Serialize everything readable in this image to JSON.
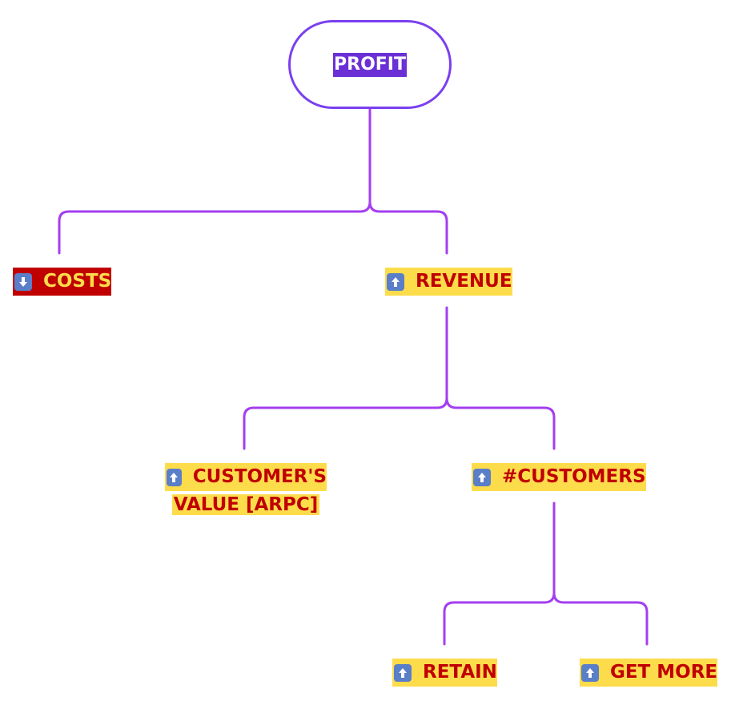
{
  "root": {
    "label": "PROFIT"
  },
  "nodes": {
    "costs": {
      "label": "COSTS",
      "icon": "arrow-down-icon"
    },
    "revenue": {
      "label": "REVENUE",
      "icon": "arrow-up-icon"
    },
    "customer_value": {
      "line1": "CUSTOMER'S",
      "line2": "VALUE [ARPC]",
      "icon": "arrow-up-icon"
    },
    "customers": {
      "label": "#CUSTOMERS",
      "icon": "arrow-up-icon"
    },
    "retain": {
      "label": "RETAIN",
      "icon": "arrow-up-icon"
    },
    "get_more": {
      "label": "GET MORE",
      "icon": "arrow-up-icon"
    }
  },
  "colors": {
    "connector": "#a43ef0",
    "root_border": "#7a3ff0",
    "root_fill": "#6b2fd6",
    "highlight_yellow": "#fddc4b",
    "highlight_red": "#c00000",
    "text_red": "#c00000",
    "icon_blue": "#5b7ec9"
  }
}
